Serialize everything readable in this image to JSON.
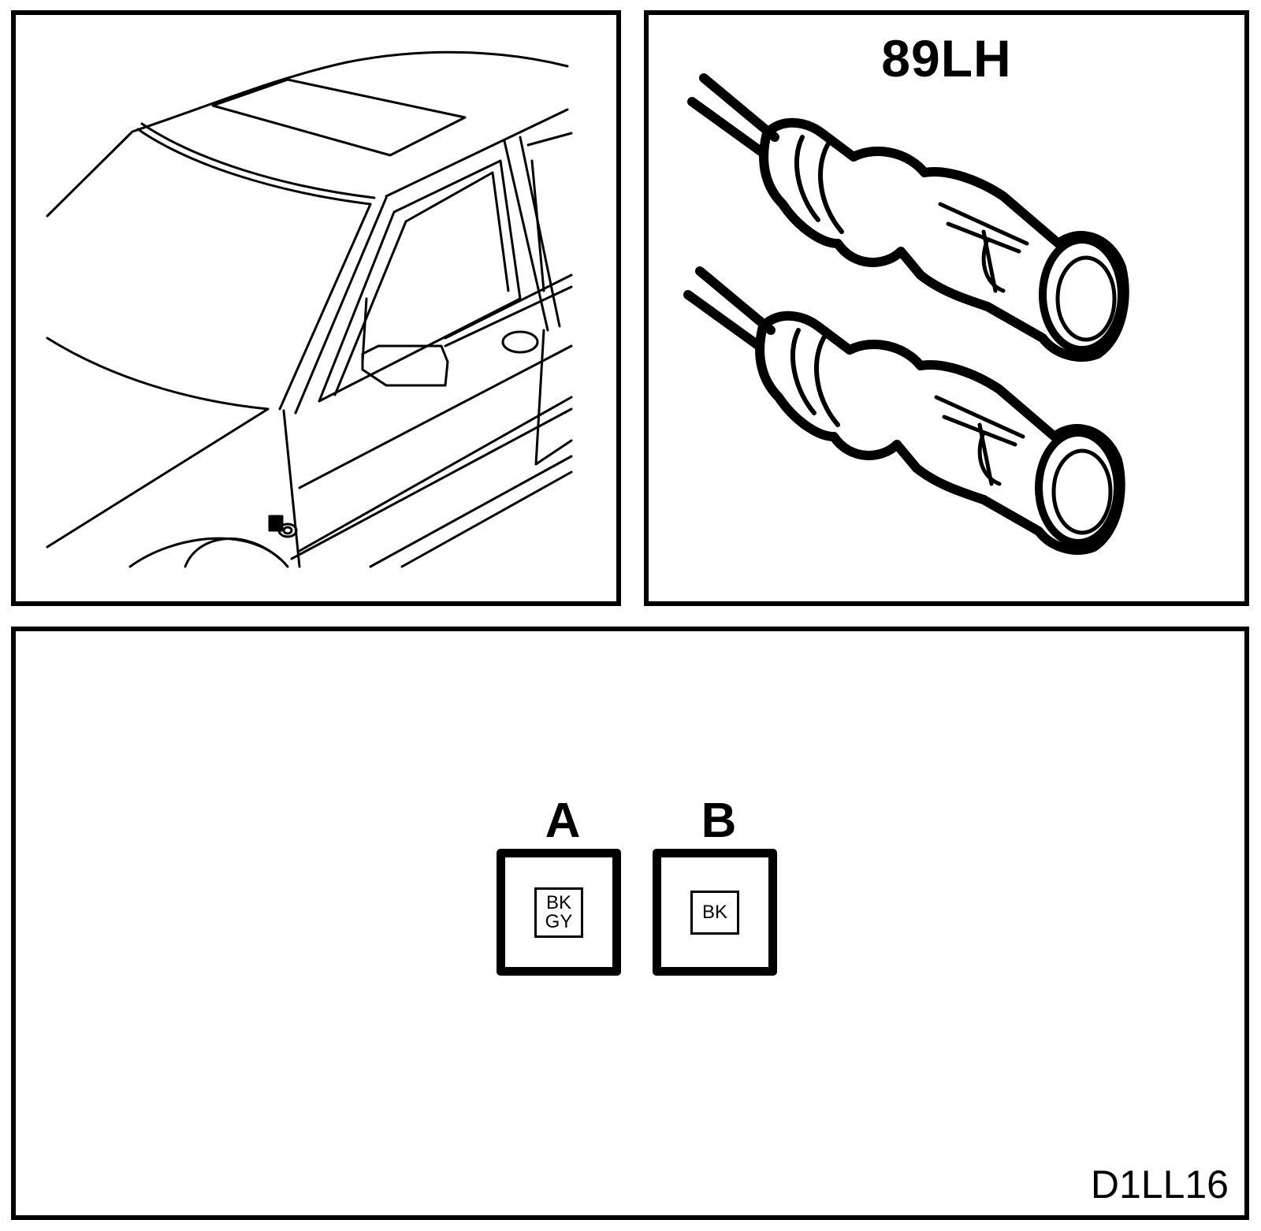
{
  "connector": {
    "label": "89LH",
    "pins": [
      {
        "letter": "A",
        "colors": [
          "BK",
          "GY"
        ]
      },
      {
        "letter": "B",
        "colors": [
          "BK"
        ]
      }
    ]
  },
  "diagram_code": "D1LL16",
  "icons": {
    "location_view": "car-front-door-line-drawing-icon",
    "connector_view": "two-wire-bullet-connector-icon"
  }
}
